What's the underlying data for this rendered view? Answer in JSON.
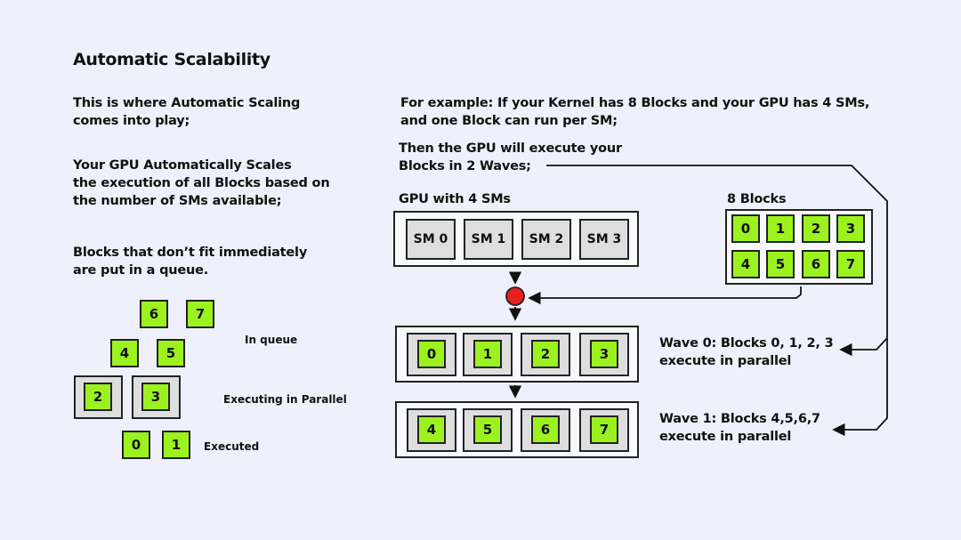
{
  "title": "Automatic Scalability",
  "left": {
    "para1": "This is where Automatic Scaling\ncomes into play;",
    "para2": "Your GPU Automatically Scales\nthe execution of all Blocks based on\nthe number of SMs available;",
    "para3": "Blocks that don’t fit immediately\nare put in a queue.",
    "queue_blocks": [
      "6",
      "7",
      "4",
      "5"
    ],
    "executing_blocks": [
      "2",
      "3"
    ],
    "executed_blocks": [
      "0",
      "1"
    ],
    "in_queue_label": "In queue",
    "executing_label": "Executing in Parallel",
    "executed_label": "Executed"
  },
  "right": {
    "example_text": "For example: If your Kernel has 8 Blocks and your GPU has 4 SMs,\nand one Block can run per SM;",
    "waves_text": "Then the GPU will execute your\nBlocks in 2 Waves;",
    "gpu_label": "GPU with 4 SMs",
    "sms": [
      "SM 0",
      "SM 1",
      "SM 2",
      "SM 3"
    ],
    "blocks_label": "8 Blocks",
    "blocks": [
      "0",
      "1",
      "2",
      "3",
      "4",
      "5",
      "6",
      "7"
    ],
    "wave0_blocks": [
      "0",
      "1",
      "2",
      "3"
    ],
    "wave1_blocks": [
      "4",
      "5",
      "6",
      "7"
    ],
    "wave0_text": "Wave 0: Blocks 0, 1, 2, 3\nexecute in parallel",
    "wave1_text": "Wave 1: Blocks 4,5,6,7\nexecute in parallel"
  },
  "colors": {
    "block_green": "#9cf21e",
    "slot_gray": "#dedede",
    "dispatcher_red": "#e8201e",
    "background": "#eef1fb"
  }
}
